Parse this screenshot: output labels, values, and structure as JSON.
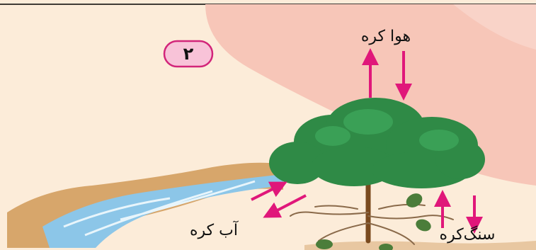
{
  "figure": {
    "badge_number": "۲",
    "labels": {
      "atmosphere": "هوا کره",
      "hydrosphere": "آب کره",
      "lithosphere": "سنگ‌کره"
    }
  },
  "colors": {
    "background": "#fcecd9",
    "sun": "#f7c6b8",
    "arrow": "#e0177a",
    "tree_foliage": "#2f8a46",
    "tree_trunk": "#7a4a1e",
    "river_water": "#8cc6e8",
    "river_bank": "#d7a66b",
    "badge_fill": "#f8c3d8",
    "badge_stroke": "#d2257a"
  }
}
